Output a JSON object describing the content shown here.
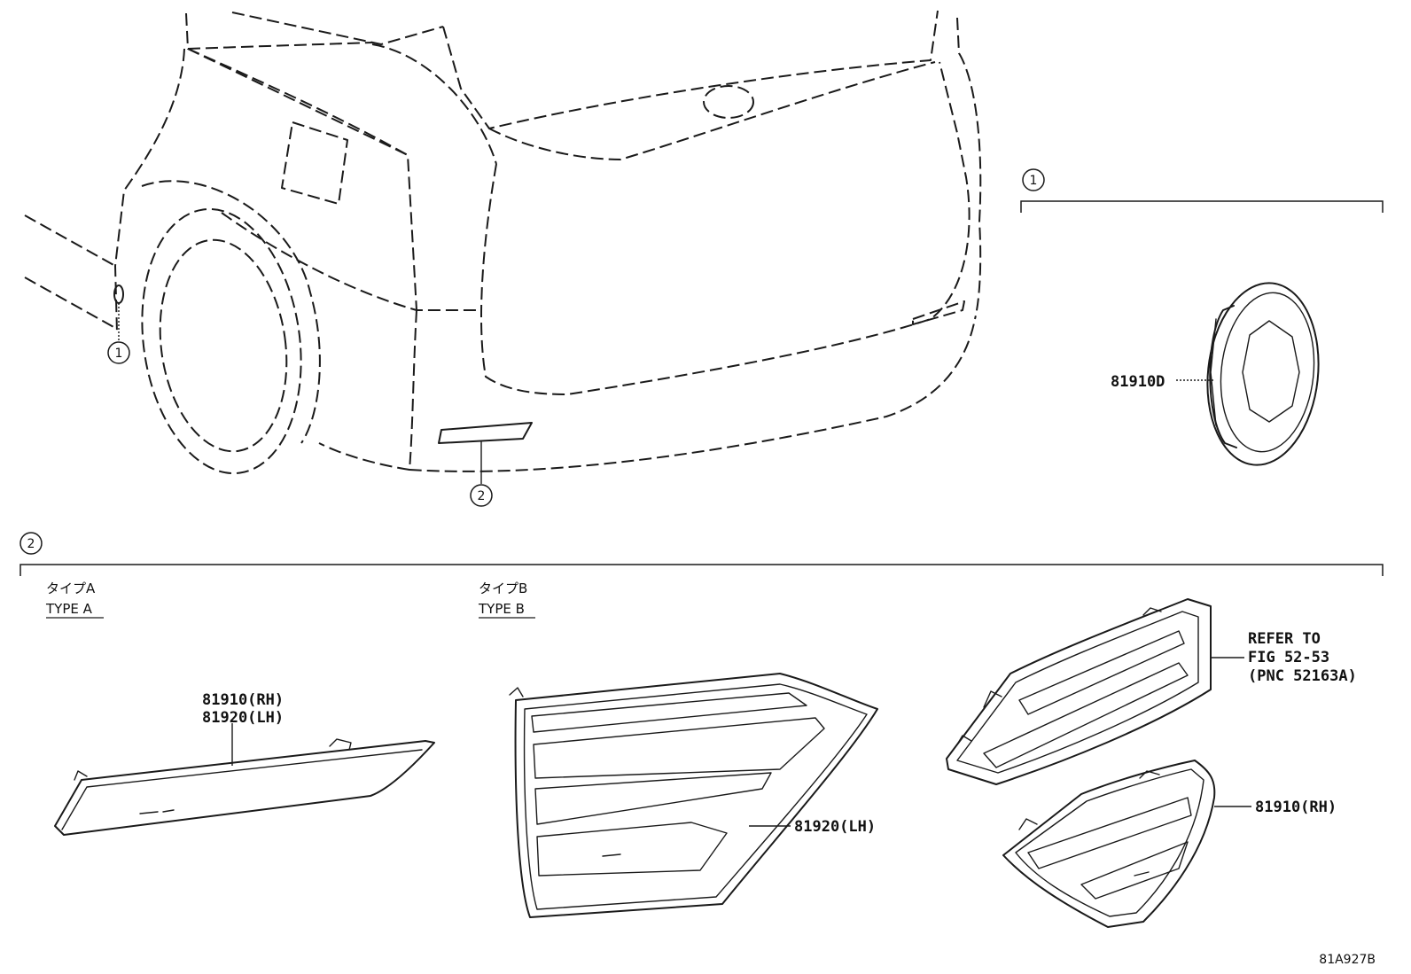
{
  "callouts": {
    "one": "1",
    "two": "2"
  },
  "type_a": {
    "jp": "タイプA",
    "en": "TYPE A"
  },
  "type_b": {
    "jp": "タイプB",
    "en": "TYPE B"
  },
  "parts": {
    "p81910d": "81910D",
    "p81910rh": "81910(RH)",
    "p81920lh": "81920(LH)",
    "b_81920lh": "81920(LH)",
    "b_81910rh": "81910(RH)"
  },
  "refer": {
    "line1": "REFER TO",
    "line2": "FIG 52-53",
    "line3": "(PNC 52163A)"
  },
  "diagram_code": "81A927B"
}
